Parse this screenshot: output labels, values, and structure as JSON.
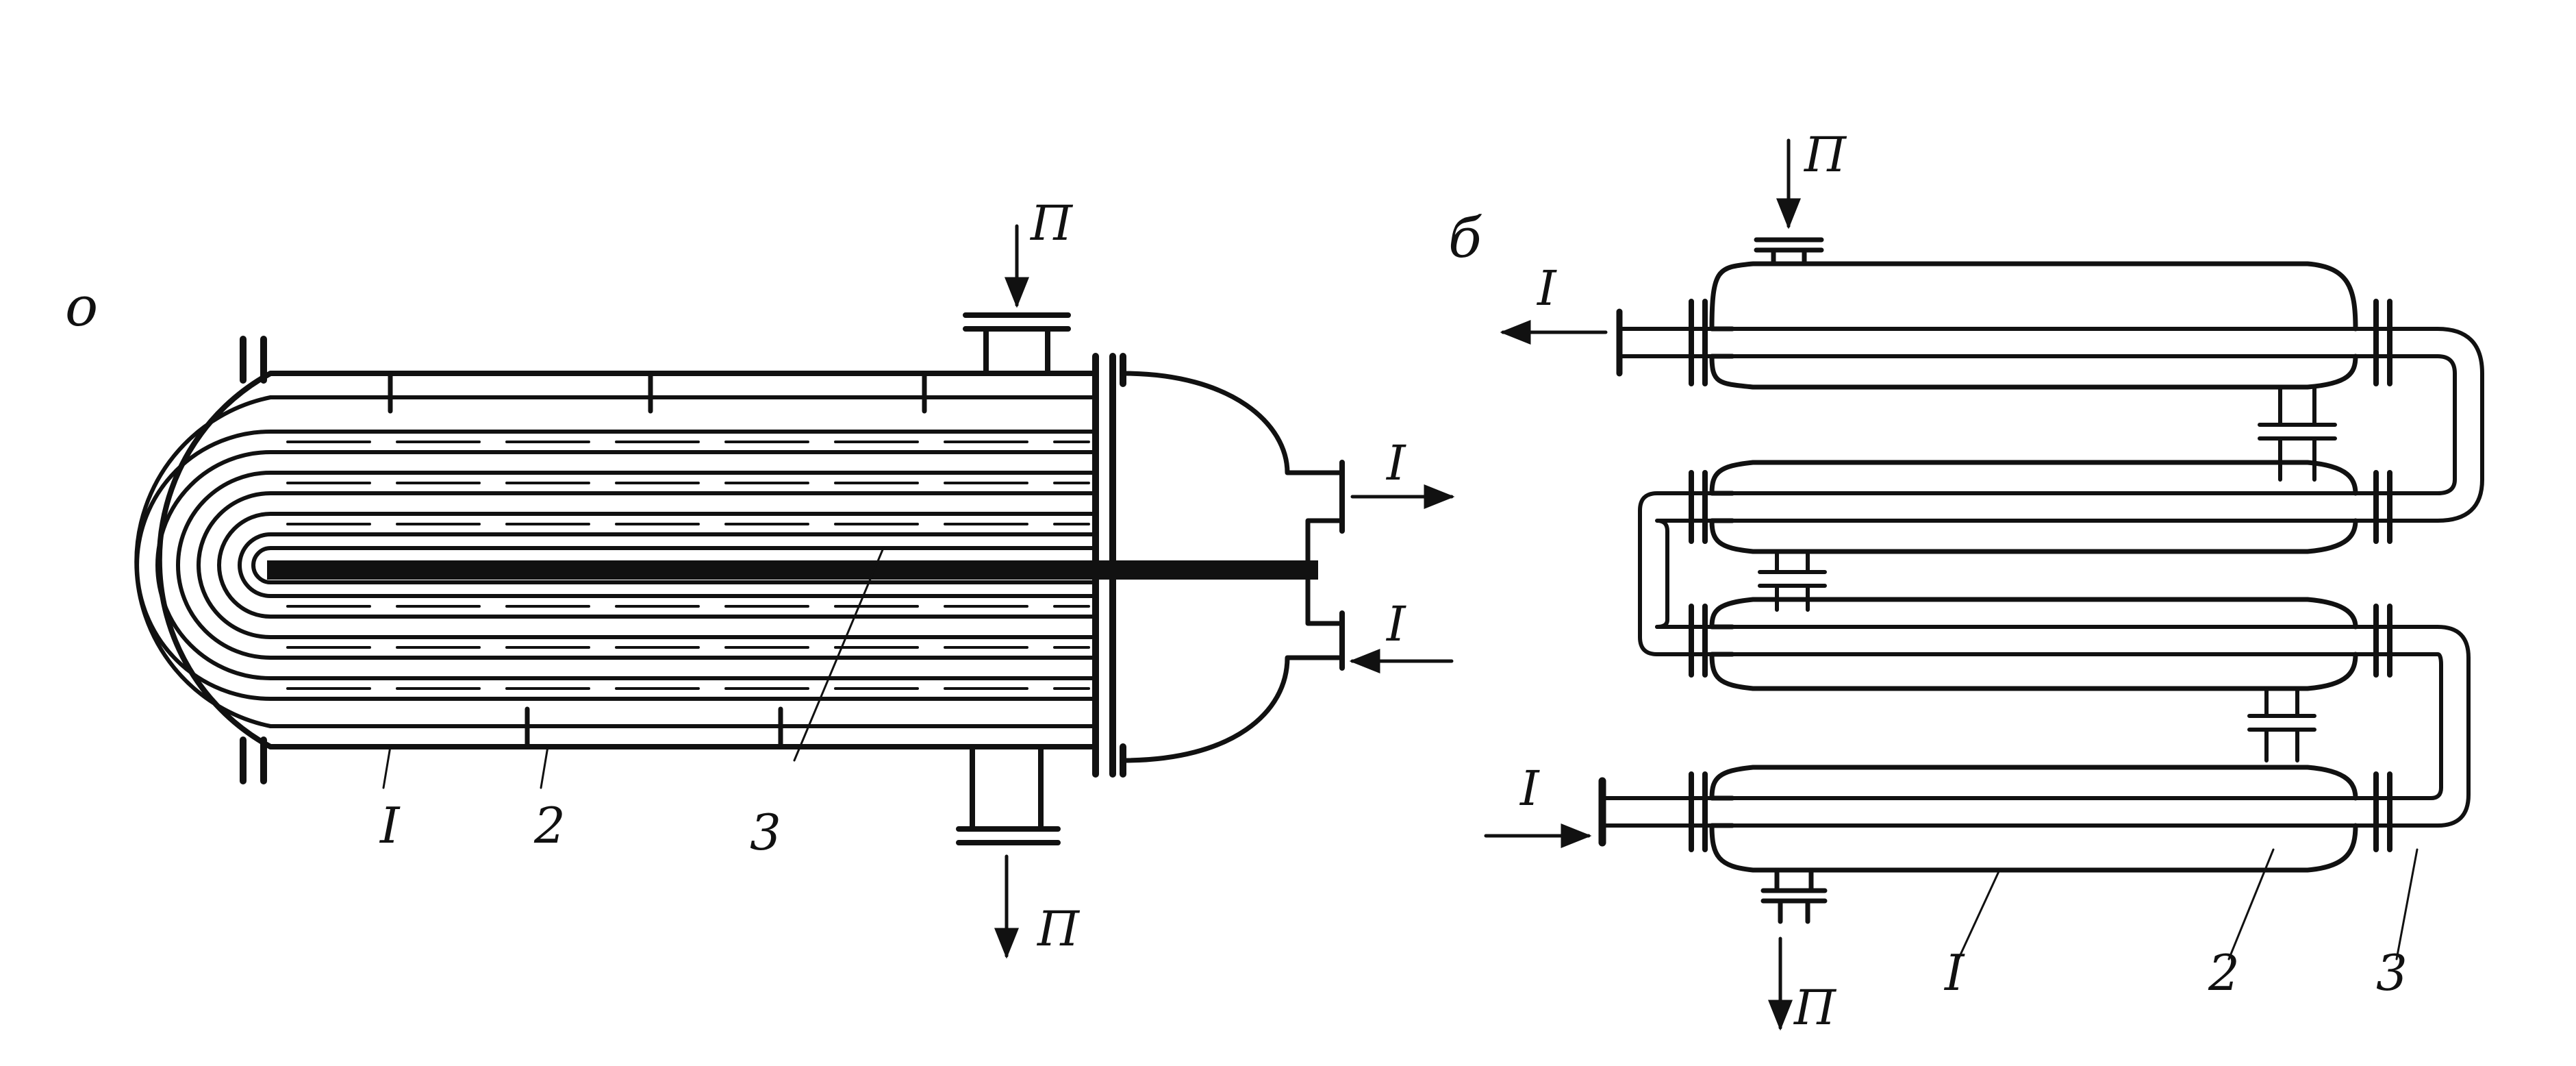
{
  "diagram": {
    "panel_a": {
      "letter": "о",
      "stream_labels": {
        "inlet_top": "П",
        "outlet_bottom": "П",
        "outlet_right": "I",
        "inlet_right": "I"
      },
      "part_numbers": [
        "I",
        "2",
        "3"
      ]
    },
    "panel_b": {
      "letter": "б",
      "stream_labels": {
        "inlet_top": "П",
        "outlet_bottom": "П",
        "outlet_left": "I",
        "inlet_left": "I"
      },
      "part_numbers": [
        "I",
        "2",
        "3"
      ]
    },
    "colors": {
      "ink": "#111111",
      "paper": "#ffffff"
    }
  }
}
